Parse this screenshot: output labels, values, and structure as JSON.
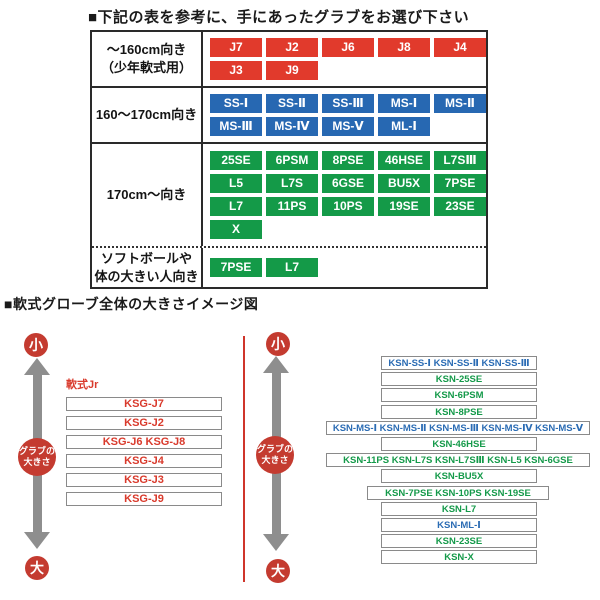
{
  "headings": {
    "table_section": "■下記の表を参考に、手にあったグラブをお選び下さい",
    "diagram_section": "■軟式グローブ全体の大きさイメージ図"
  },
  "colors": {
    "red_badge": "#e13a2c",
    "blue_badge": "#2768b2",
    "green_badge": "#149a48",
    "circle": "#c43b30",
    "arrow": "#8e8e8e",
    "divider": "#cf352b",
    "text_red": "#d93a2c",
    "text_blue": "#2b6cb4",
    "text_green": "#159a4a"
  },
  "size_table": {
    "rows": [
      {
        "label_lines": [
          "〜160cm向き",
          "（少年軟式用）"
        ],
        "color": "red",
        "badge_rows": [
          [
            "J7",
            "J2",
            "J6",
            "J8",
            "J4"
          ],
          [
            "J3",
            "J9"
          ]
        ]
      },
      {
        "label_lines": [
          "160〜170cm向き"
        ],
        "color": "blue",
        "badge_rows": [
          [
            "SS-Ⅰ",
            "SS-Ⅱ",
            "SS-Ⅲ",
            "MS-Ⅰ",
            "MS-Ⅱ"
          ],
          [
            "MS-Ⅲ",
            "MS-Ⅳ",
            "MS-Ⅴ",
            "ML-Ⅰ"
          ]
        ]
      },
      {
        "label_lines": [
          "170cm〜向き"
        ],
        "color": "green",
        "badge_rows": [
          [
            "25SE",
            "6PSM",
            "8PSE",
            "46HSE",
            "L7SⅢ"
          ],
          [
            "L5",
            "L7S",
            "6GSE",
            "BU5X",
            "7PSE"
          ],
          [
            "L7",
            "11PS",
            "10PS",
            "19SE",
            "23SE"
          ],
          [
            "X"
          ]
        ]
      },
      {
        "label_lines": [
          "ソフトボールや",
          "体の大きい人向き"
        ],
        "color": "green",
        "dotted_top": true,
        "badge_rows": [
          [
            "7PSE",
            "L7"
          ]
        ]
      }
    ]
  },
  "diagram": {
    "left": {
      "top_label": "小",
      "bottom_label": "大",
      "axis_label_lines": [
        "グラブの",
        "大きさ"
      ],
      "series_label": "軟式Jr",
      "boxes": [
        "KSG-J7",
        "KSG-J2",
        "KSG-J6 KSG-J8",
        "KSG-J4",
        "KSG-J3",
        "KSG-J9"
      ]
    },
    "right": {
      "top_label": "小",
      "bottom_label": "大",
      "axis_label_lines": [
        "グラブの",
        "大きさ"
      ],
      "boxes": [
        {
          "text": "KSN-SS-Ⅰ KSN-SS-Ⅱ KSN-SS-Ⅲ",
          "color": "blue",
          "size": "narrow"
        },
        {
          "text": "KSN-25SE",
          "color": "green",
          "size": "narrow"
        },
        {
          "text": "KSN-6PSM",
          "color": "green",
          "size": "narrow"
        },
        {
          "text": "KSN-8PSE",
          "color": "green",
          "size": "narrow"
        },
        {
          "text": "KSN-MS-Ⅰ KSN-MS-Ⅱ KSN-MS-Ⅲ KSN-MS-Ⅳ KSN-MS-Ⅴ",
          "color": "blue",
          "size": "wide"
        },
        {
          "text": "KSN-46HSE",
          "color": "green",
          "size": "narrow"
        },
        {
          "text": "KSN-11PS KSN-L7S KSN-L7SⅢ KSN-L5 KSN-6GSE",
          "color": "green",
          "size": "wide"
        },
        {
          "text": "KSN-BU5X",
          "color": "green",
          "size": "narrow"
        },
        {
          "text": "KSN-7PSE KSN-10PS KSN-19SE",
          "color": "green",
          "size": "medium"
        },
        {
          "text": "KSN-L7",
          "color": "green",
          "size": "narrow"
        },
        {
          "text": "KSN-ML-Ⅰ",
          "color": "blue",
          "size": "narrow"
        },
        {
          "text": "KSN-23SE",
          "color": "green",
          "size": "narrow"
        },
        {
          "text": "KSN-X",
          "color": "green",
          "size": "narrow"
        }
      ]
    }
  }
}
